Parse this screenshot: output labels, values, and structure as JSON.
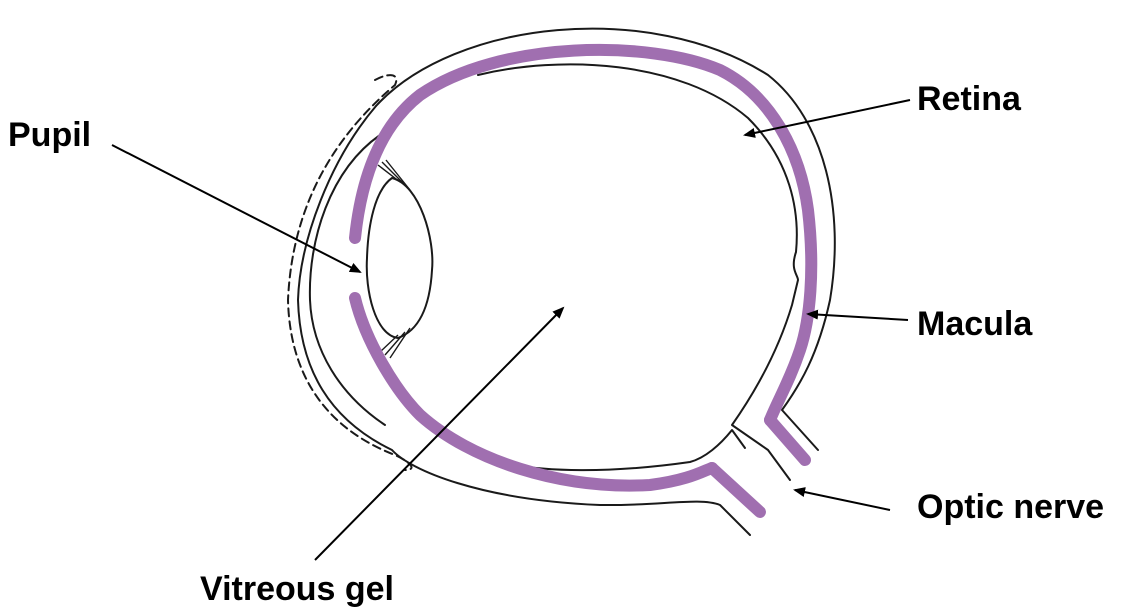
{
  "labels": {
    "pupil": "Pupil",
    "retina": "Retina",
    "macula": "Macula",
    "optic_nerve": "Optic nerve",
    "vitreous_gel": "Vitreous gel"
  },
  "colors": {
    "choroid_band": "#a06fb0",
    "outline": "#1a1a1a",
    "text": "#000000"
  }
}
